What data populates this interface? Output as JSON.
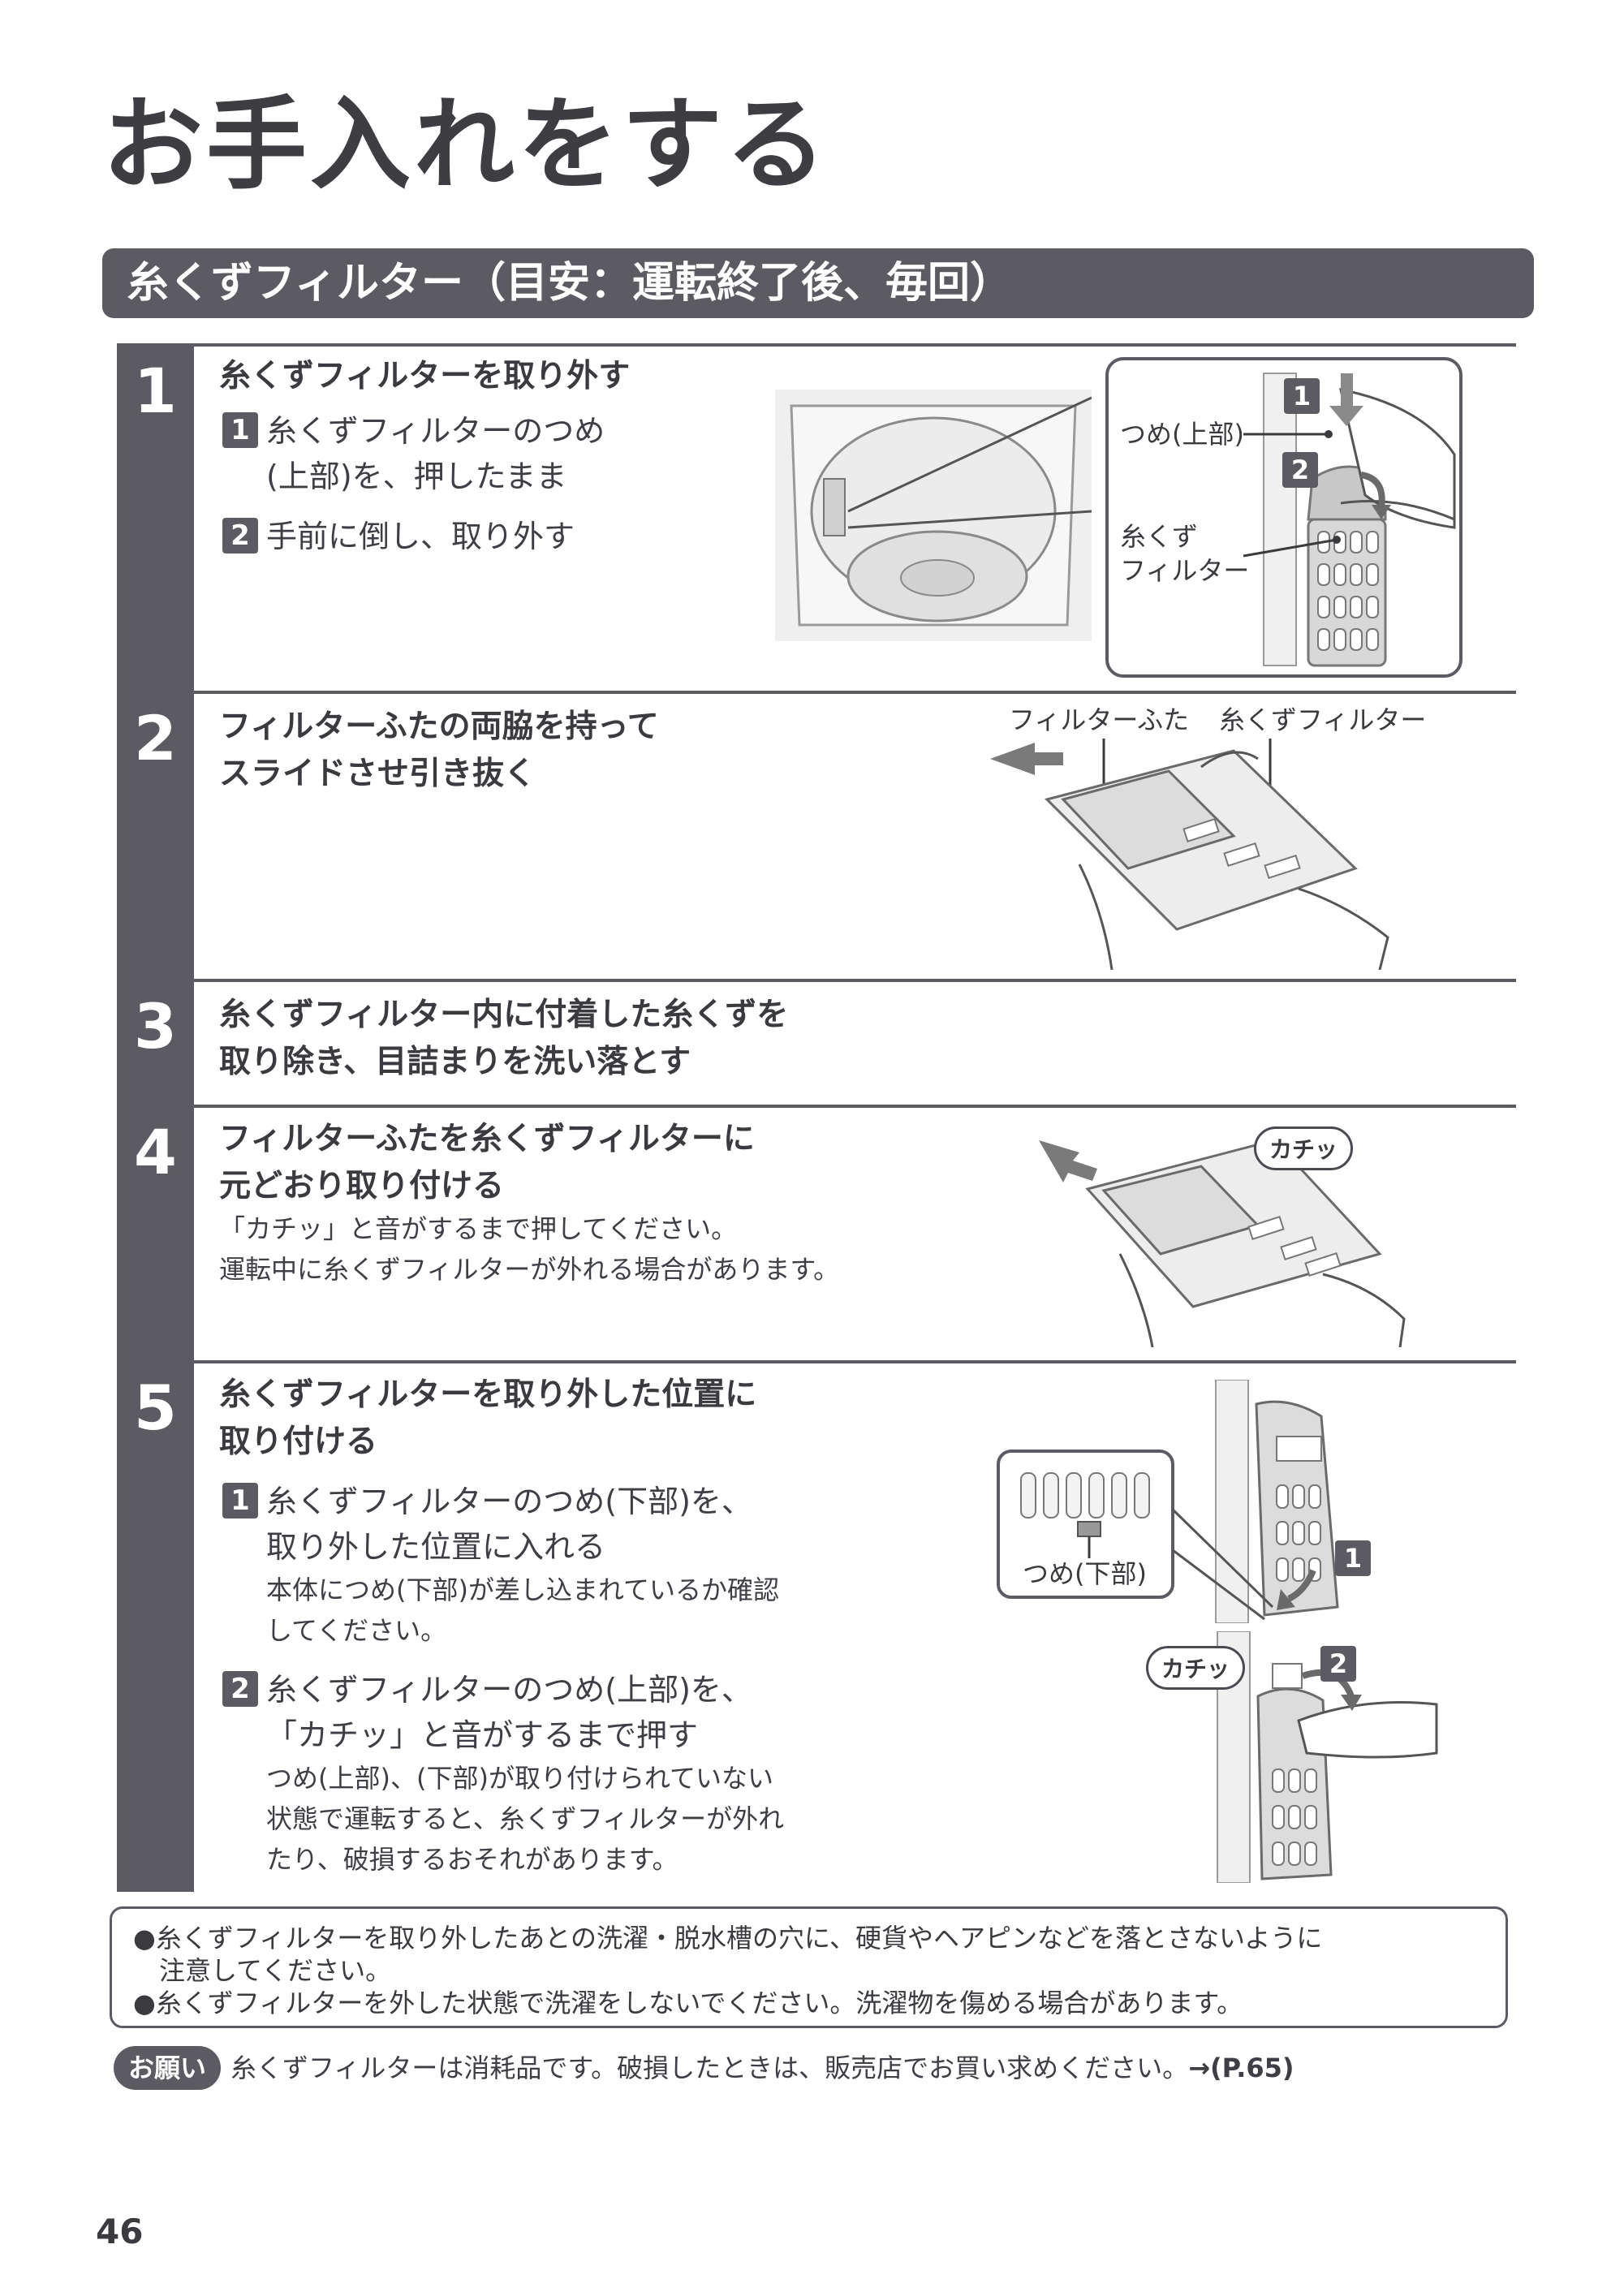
{
  "page_title": "お手入れをする",
  "section_banner": "糸くずフィルター（目安：運転終了後、毎回）",
  "steps": [
    {
      "number": "1",
      "title": [
        "糸くずフィルターを取り外す"
      ],
      "substeps": [
        {
          "badge": "1",
          "lines": [
            "糸くずフィルターのつめ",
            "(上部)を、押したまま"
          ]
        },
        {
          "badge": "2",
          "lines": [
            "手前に倒し、取り外す"
          ]
        }
      ],
      "labels": {
        "claw_top": "つめ(上部)",
        "filter_line1": "糸くず",
        "filter_line2": "フィルター",
        "badge1": "1",
        "badge2": "2"
      }
    },
    {
      "number": "2",
      "title": [
        "フィルターふたの両脇を持って",
        "スライドさせ引き抜く"
      ],
      "labels": {
        "cover": "フィルターふた",
        "filter": "糸くずフィルター"
      }
    },
    {
      "number": "3",
      "title": [
        "糸くずフィルター内に付着した糸くずを",
        "取り除き、目詰まりを洗い落とす"
      ]
    },
    {
      "number": "4",
      "title": [
        "フィルターふたを糸くずフィルターに",
        "元どおり取り付ける"
      ],
      "notes": [
        "「カチッ」と音がするまで押してください。",
        "運転中に糸くずフィルターが外れる場合があります。"
      ],
      "labels": {
        "sound": "カチッ"
      }
    },
    {
      "number": "5",
      "title": [
        "糸くずフィルターを取り外した位置に",
        "取り付ける"
      ],
      "substeps": [
        {
          "badge": "1",
          "lines": [
            "糸くずフィルターのつめ(下部)を、",
            "取り外した位置に入れる"
          ],
          "notes": [
            "本体につめ(下部)が差し込まれているか確認",
            "してください。"
          ]
        },
        {
          "badge": "2",
          "lines": [
            "糸くずフィルターのつめ(上部)を、",
            "「カチッ」と音がするまで押す"
          ],
          "notes": [
            "つめ(上部)、(下部)が取り付けられていない",
            "状態で運転すると、糸くずフィルターが外れ",
            "たり、破損するおそれがあります。"
          ]
        }
      ],
      "labels": {
        "claw_bottom": "つめ(下部)",
        "badge1": "1",
        "badge2": "2",
        "sound": "カチッ"
      }
    }
  ],
  "caution": [
    "●糸くずフィルターを取り外したあとの洗濯・脱水槽の穴に、硬貨やヘアピンなどを落とさないように",
    "　注意してください。",
    "●糸くずフィルターを外した状態で洗濯をしないでください。洗濯物を傷める場合があります。"
  ],
  "request": {
    "badge": "お願い",
    "text": "糸くずフィルターは消耗品です。破損したときは、販売店でお買い求めください。",
    "ref": "→(P.65)"
  },
  "page_number": "46",
  "colors": {
    "dark": "#5b5b61",
    "text": "#3e3e44"
  }
}
